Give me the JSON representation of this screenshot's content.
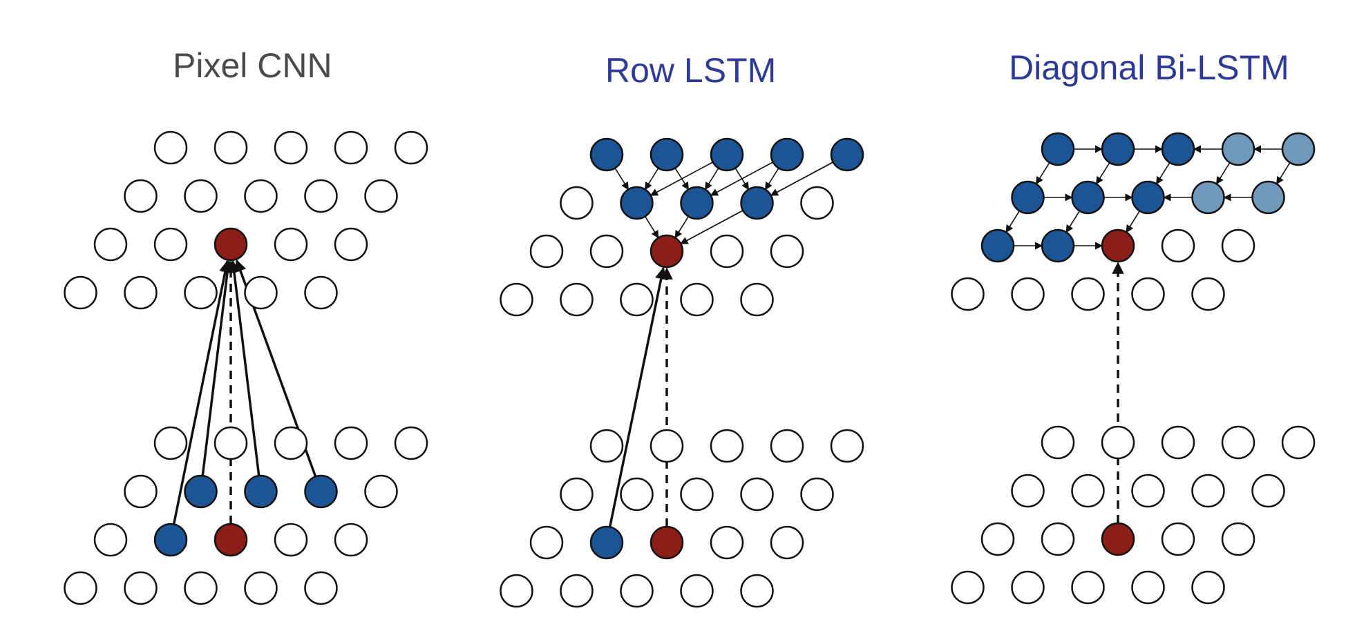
{
  "panels": [
    {
      "id": "pixelcnn",
      "title": "Pixel CNN"
    },
    {
      "id": "rowlstm",
      "title": "Row LSTM"
    },
    {
      "id": "diagonal",
      "title": "Diagonal Bi-LSTM"
    }
  ],
  "colors": {
    "title_pixelcnn": "#4a4a4a",
    "title_lstm": "#2e3a97",
    "context": "#1c5595",
    "context_light": "#7099bb",
    "current": "#8b1f17",
    "empty": "#ffffff",
    "stroke": "#111111"
  }
}
